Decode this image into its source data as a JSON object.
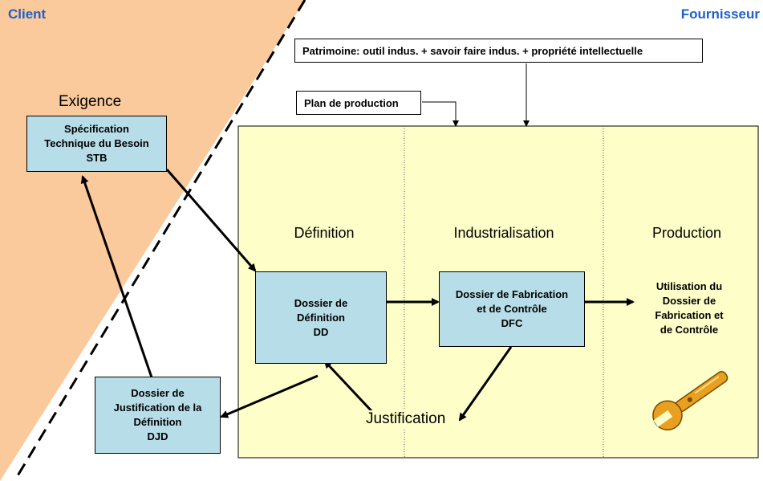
{
  "sides": {
    "client": "Client",
    "supplier": "Fournisseur"
  },
  "top_note": "Patrimoine: outil indus. + savoir faire indus. + propriété intellectuelle",
  "plan_note": "Plan de production",
  "exigence": "Exigence",
  "stb": "Spécification\nTechnique du Besoin\nSTB",
  "columns": {
    "definition": "Définition",
    "industrialisation": "Industrialisation",
    "production": "Production"
  },
  "dd": "Dossier de\nDéfinition\nDD",
  "dfc": "Dossier de Fabrication\net de Contrôle\nDFC",
  "usage": "Utilisation du\nDossier de\nFabrication et\nde Contrôle",
  "djd": "Dossier de\nJustification de la\nDéfinition\nDJD",
  "justification": "Justification",
  "icons": {
    "tool": "wrench-icon"
  },
  "colors": {
    "client_zone": "#fac99c",
    "supplier_zone": "#fefec9",
    "box_fill": "#b7dde8",
    "side_label": "#1f5fc8",
    "wrench": "#e8a020"
  }
}
